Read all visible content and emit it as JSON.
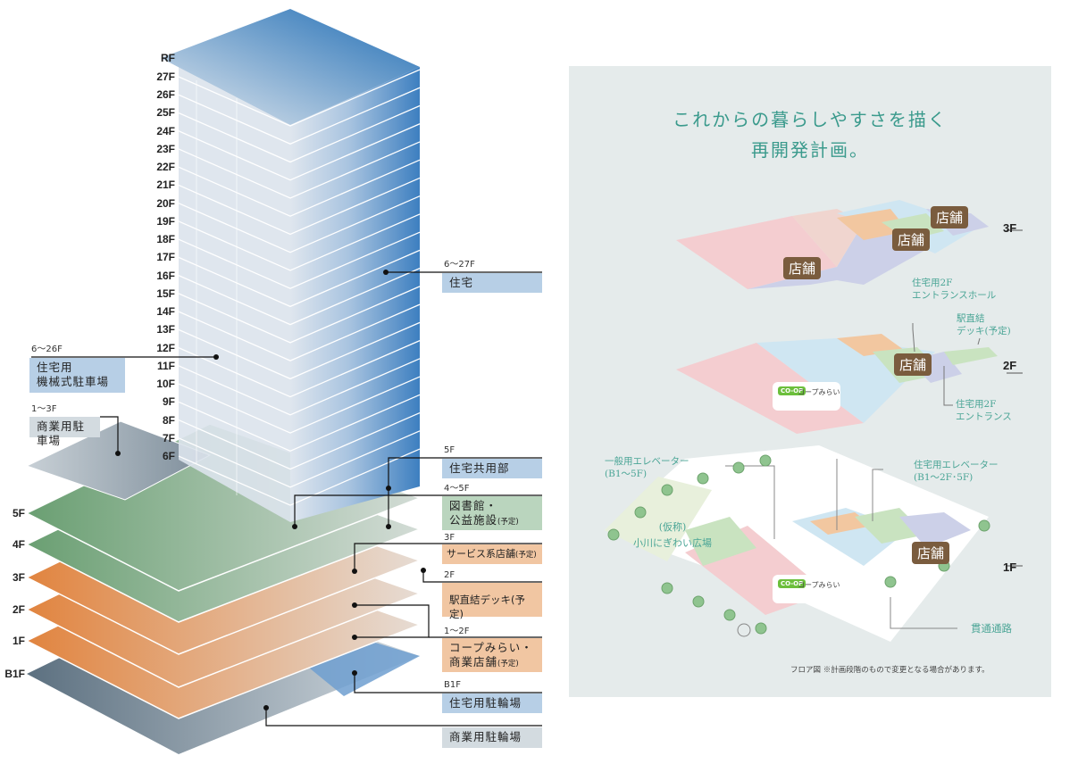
{
  "tower_floors": [
    "RF",
    "27F",
    "26F",
    "25F",
    "24F",
    "23F",
    "22F",
    "21F",
    "20F",
    "19F",
    "18F",
    "17F",
    "16F",
    "15F",
    "14F",
    "13F",
    "12F",
    "11F",
    "10F",
    "9F",
    "8F",
    "7F",
    "6F"
  ],
  "podium_floors": [
    "5F",
    "4F",
    "3F",
    "2F",
    "1F",
    "B1F"
  ],
  "callouts": [
    {
      "range": "6〜27F",
      "label": "住宅",
      "note": ""
    },
    {
      "range": "6〜26F",
      "label": "住宅用",
      "label2": "機械式駐車場",
      "note": ""
    },
    {
      "range": "1〜3F",
      "label": "商業用駐車場",
      "note": ""
    },
    {
      "range": "5F",
      "label": "住宅共用部",
      "note": ""
    },
    {
      "range": "4〜5F",
      "label": "図書館・",
      "label2": "公益施設",
      "note": "(予定)"
    },
    {
      "range": "3F",
      "label": "サービス系店舗",
      "note": "(予定)"
    },
    {
      "range": "2F",
      "label": "駅直結デッキ(予定)",
      "note": ""
    },
    {
      "range": "1〜2F",
      "label": "コープみらい・",
      "label2": "商業店舗",
      "note": "(予定)"
    },
    {
      "range": "B1F",
      "label": "住宅用駐輪場",
      "note": ""
    },
    {
      "range": "",
      "label": "商業用駐輪場",
      "note": ""
    }
  ],
  "panel": {
    "title_line1": "これからの暮らしやすさを描く",
    "title_line2": "再開発計画。",
    "floor_labels": [
      "3F",
      "2F",
      "1F"
    ],
    "shop_label": "店舗",
    "coop_logo": "CO-OP",
    "coop_name": "コープみらい",
    "labels": {
      "entrance_hall_1": "住宅用2F",
      "entrance_hall_2": "エントランスホール",
      "deck_1": "駅直結",
      "deck_2": "デッキ(予定)",
      "entrance_1": "住宅用2F",
      "entrance_2": "エントランス",
      "general_elev_1": "一般用エレベーター",
      "general_elev_2": "(B1〜5F)",
      "res_elev_1": "住宅用エレベーター",
      "res_elev_2": "(B1〜2F･5F)",
      "plaza_1": "(仮称)",
      "plaza_2": "小川にぎわい広場",
      "passage": "貫通通路"
    },
    "footnote": "フロア図 ※計画段階のもので変更となる場合があります。"
  },
  "colors": {
    "teal": "#3a9a8c",
    "shop": "#7a5c3e",
    "residential": "#b7cfe6",
    "green": "#bad5be",
    "orange": "#f1c6a2"
  }
}
